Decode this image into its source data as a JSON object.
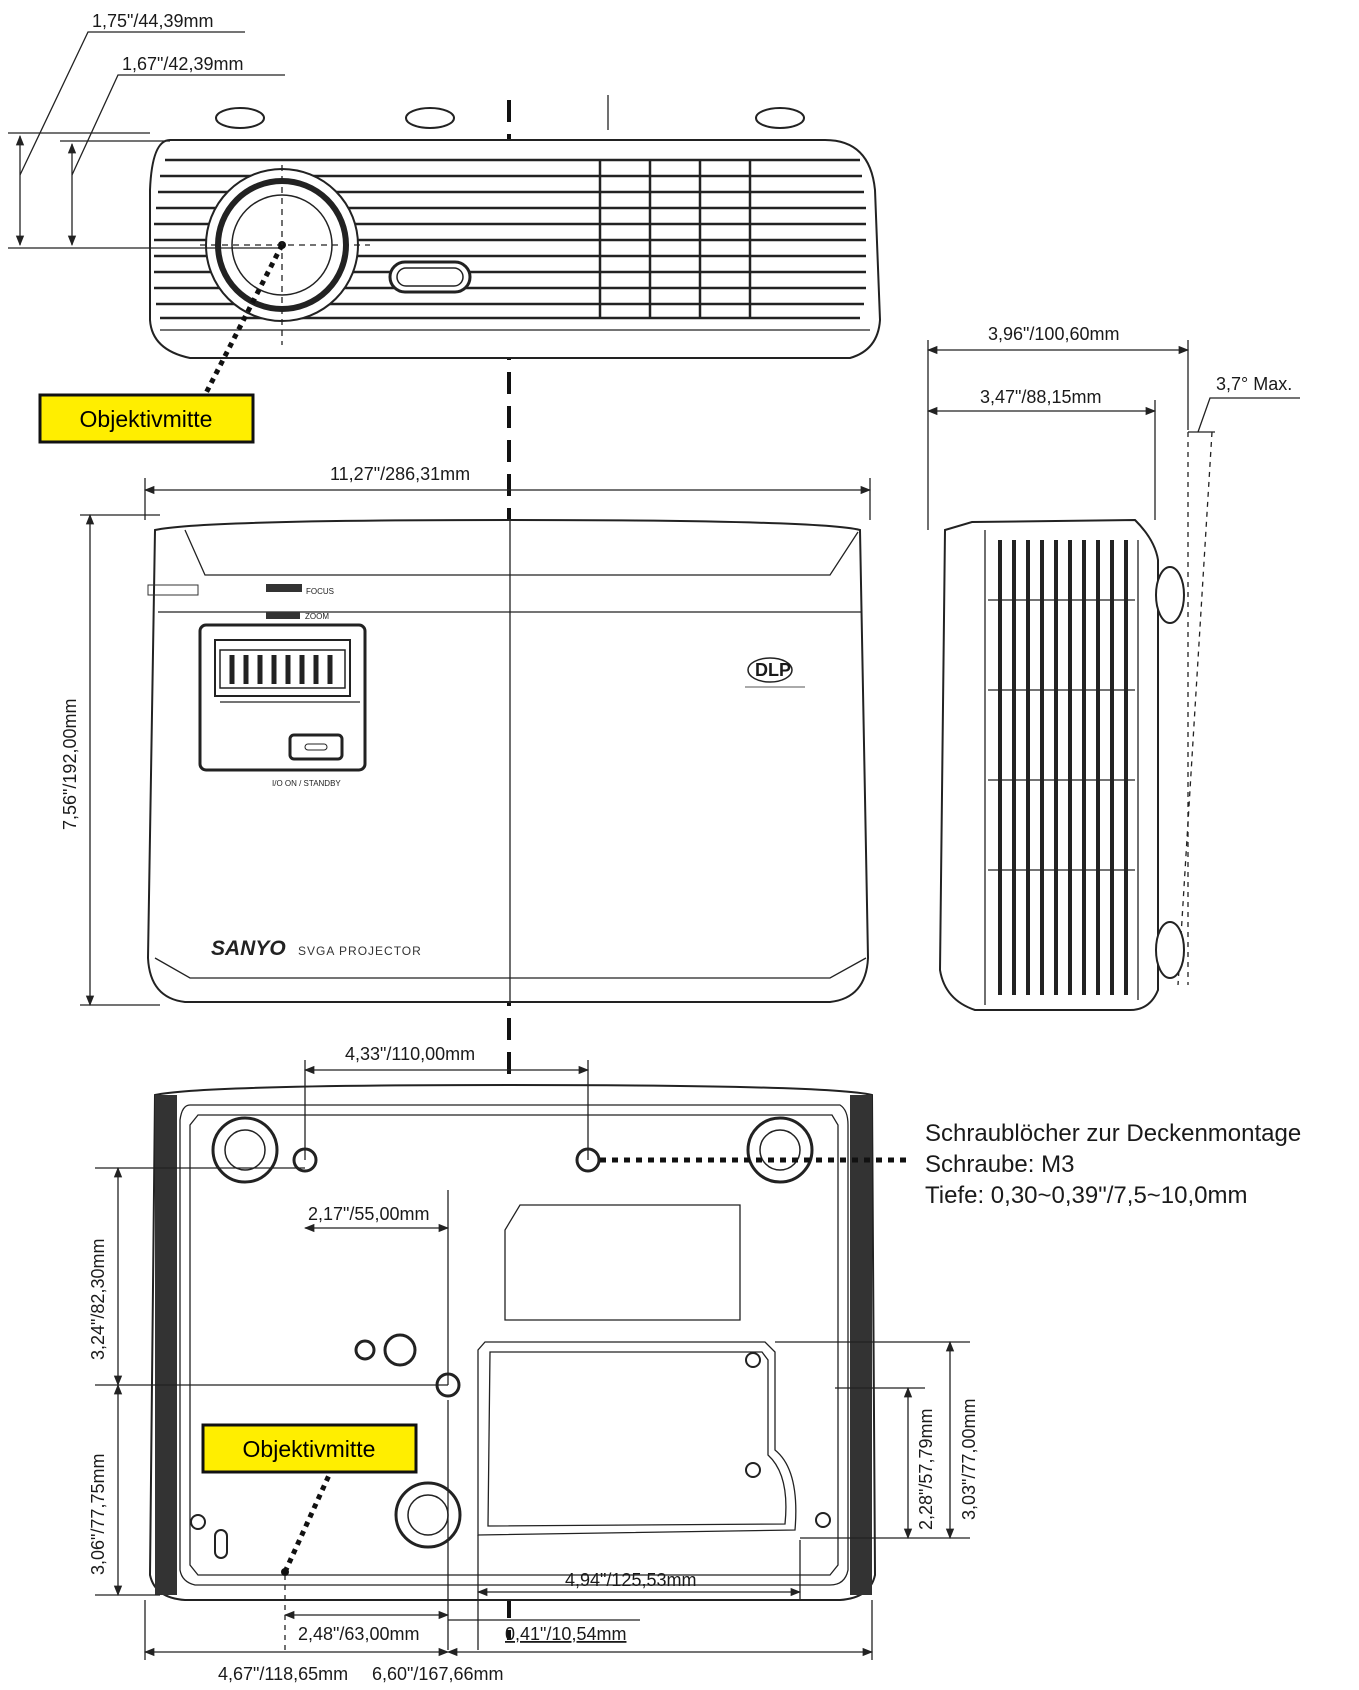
{
  "front_view": {
    "dim_lens_offset_total": "1,75\"/44,39mm",
    "dim_lens_offset_inner": "1,67\"/42,39mm",
    "lens_center_label": "Objektivmitte"
  },
  "top_view": {
    "width": "11,27\"/286,31mm",
    "depth": "7,56\"/192,00mm",
    "brand": "SANYO",
    "model": "SVGA PROJECTOR",
    "dlp_logo": "DLP",
    "focus_label": "FOCUS",
    "zoom_label": "ZOOM",
    "power_label": "I/O ON / STANDBY"
  },
  "side_view": {
    "depth_total": "3,96\"/100,60mm",
    "depth_body": "3,47\"/88,15mm",
    "tilt": "3,7° Max."
  },
  "bottom_view": {
    "hole_spacing": "4,33\"/110,00mm",
    "hole_to_center": "2,17\"/55,00mm",
    "hole_row_offset": "3,24\"/82,30mm",
    "lens_to_rear": "3,06\"/77,75mm",
    "lens_center_label": "Objektivmitte",
    "lens_x": "2,48\"/63,00mm",
    "rear_width": "4,94\"/125,53mm",
    "small_offset": "0,41\"/10,54mm",
    "left_dim": "4,67\"/118,65mm",
    "right_dim": "6,60\"/167,66mm",
    "door_height_outer": "3,03\"/77,00mm",
    "door_height_inner": "2,28\"/57,79mm",
    "mount_note": {
      "title": "Schraublöcher zur Deckenmontage",
      "screw": "Schraube: M3",
      "depth": "Tiefe: 0,30~0,39\"/7,5~10,0mm"
    }
  },
  "colors": {
    "label_fill": "#ffee00",
    "line": "#222222"
  }
}
